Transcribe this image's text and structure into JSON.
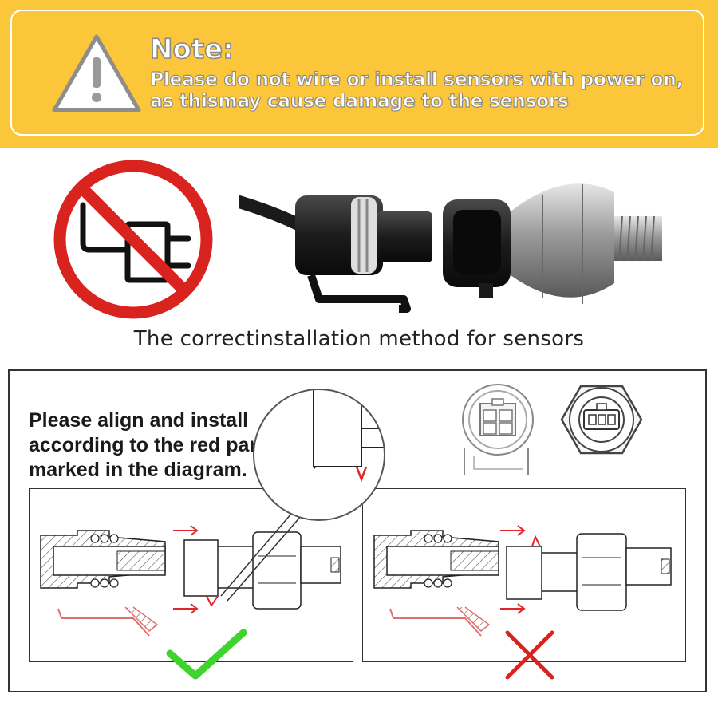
{
  "note": {
    "title": "Note:",
    "lines": [
      "Please do not wire or install sensors with power on,",
      "as thismay cause damage to the sensors"
    ]
  },
  "caption": "The correctinstallation method for sensors",
  "instruction": {
    "lines": [
      "Please align and install",
      "according to the red part",
      "marked in the diagram."
    ]
  },
  "colors": {
    "banner": "#fcc63a",
    "prohibition": "#d8231e",
    "alignment_mark": "#e0262a",
    "correct": "#3fd42c",
    "incorrect": "#d8231e"
  },
  "icons": {
    "warning": "warning-triangle-icon",
    "no_power": "no-power-plug-icon",
    "correct": "check-mark-icon",
    "incorrect": "cross-mark-icon"
  }
}
